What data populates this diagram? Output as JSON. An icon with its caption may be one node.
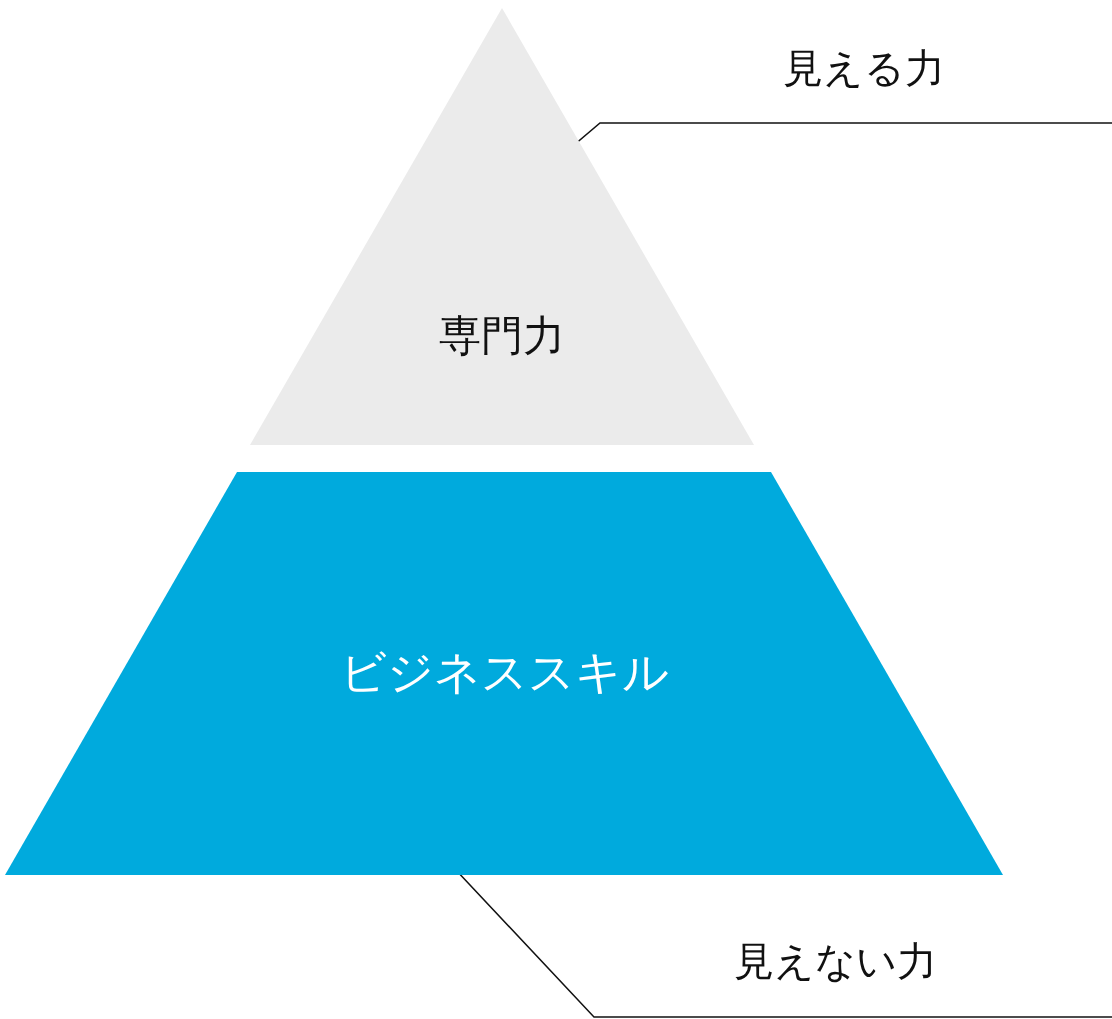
{
  "diagram": {
    "nodes": [
      {
        "text": [
          "専門力"
        ]
      },
      {
        "text": [
          "ビジネススキル"
        ]
      },
      {
        "text": [
          "見える力"
        ]
      },
      {
        "text": [
          "見えない力"
        ]
      }
    ],
    "edges": [
      {
        "from": 2,
        "to": 0,
        "arrow": "none"
      },
      {
        "from": 3,
        "to": 1,
        "arrow": "none"
      }
    ]
  }
}
